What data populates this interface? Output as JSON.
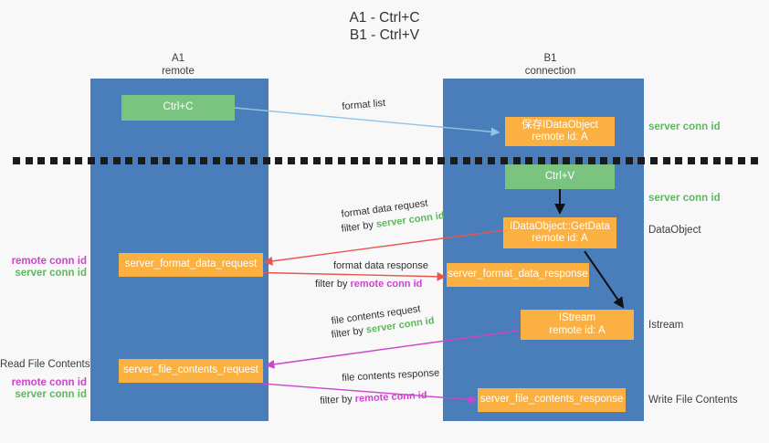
{
  "diagram": {
    "title": "A1 - Ctrl+C\nB1 - Ctrl+V",
    "lanes": [
      {
        "name": "A1",
        "sub": "remote"
      },
      {
        "name": "B1",
        "sub": "connection"
      }
    ],
    "nodes": {
      "ctrl_c": {
        "line1": "Ctrl+C",
        "line2": ""
      },
      "save_idataobject": {
        "line1": "保存IDataObject",
        "line2": "remote id: A"
      },
      "ctrl_v": {
        "line1": "Ctrl+V",
        "line2": ""
      },
      "getdata": {
        "line1": "IDataObject::GetData",
        "line2": "remote id: A"
      },
      "server_format_data_request": {
        "line1": "server_format_data_request",
        "line2": ""
      },
      "server_format_data_response": {
        "line1": "server_format_data_response",
        "line2": ""
      },
      "istream": {
        "line1": "IStream",
        "line2": "remote id: A"
      },
      "server_file_contents_request": {
        "line1": "server_file_contents_request",
        "line2": ""
      },
      "server_file_contents_response": {
        "line1": "server_file_contents_response",
        "line2": ""
      }
    },
    "edge_labels": {
      "format_list": "format list",
      "format_data_request": "format data request",
      "format_data_request_filter_prefix": "filter by ",
      "format_data_request_filter_key": "server conn id",
      "format_data_response": "format data response",
      "format_data_response_filter_prefix": "filter by ",
      "format_data_response_filter_key": "remote conn id",
      "file_contents_request": "file contents request",
      "file_contents_request_filter_prefix": "filter by ",
      "file_contents_request_filter_key": "server conn id",
      "file_contents_response": "file contents response",
      "file_contents_response_filter_prefix": "filter by ",
      "file_contents_response_filter_key": "remote conn id"
    },
    "right_labels": {
      "server_conn_id_top": "server conn id",
      "server_conn_id_mid": "server conn id",
      "dataobject": "DataObject",
      "istream": "Istream",
      "write_file_contents": "Write File Contents"
    },
    "left_labels": {
      "format_remote": "remote conn id",
      "format_server": "server conn id",
      "read_file_contents": "Read File Contents",
      "file_remote": "remote conn id",
      "file_server": "server conn id"
    },
    "colors": {
      "lane": "#4a7ebb",
      "green_box": "#7ac47f",
      "orange_box": "#fbb042",
      "green_text": "#5cb85c",
      "purple_text": "#cc44cc",
      "blue_arrow": "#8ec4e8",
      "red_arrow": "#e8554e",
      "magenta_arrow": "#cc44cc",
      "black_arrow": "#111111",
      "background": "#f8f8f8"
    }
  }
}
